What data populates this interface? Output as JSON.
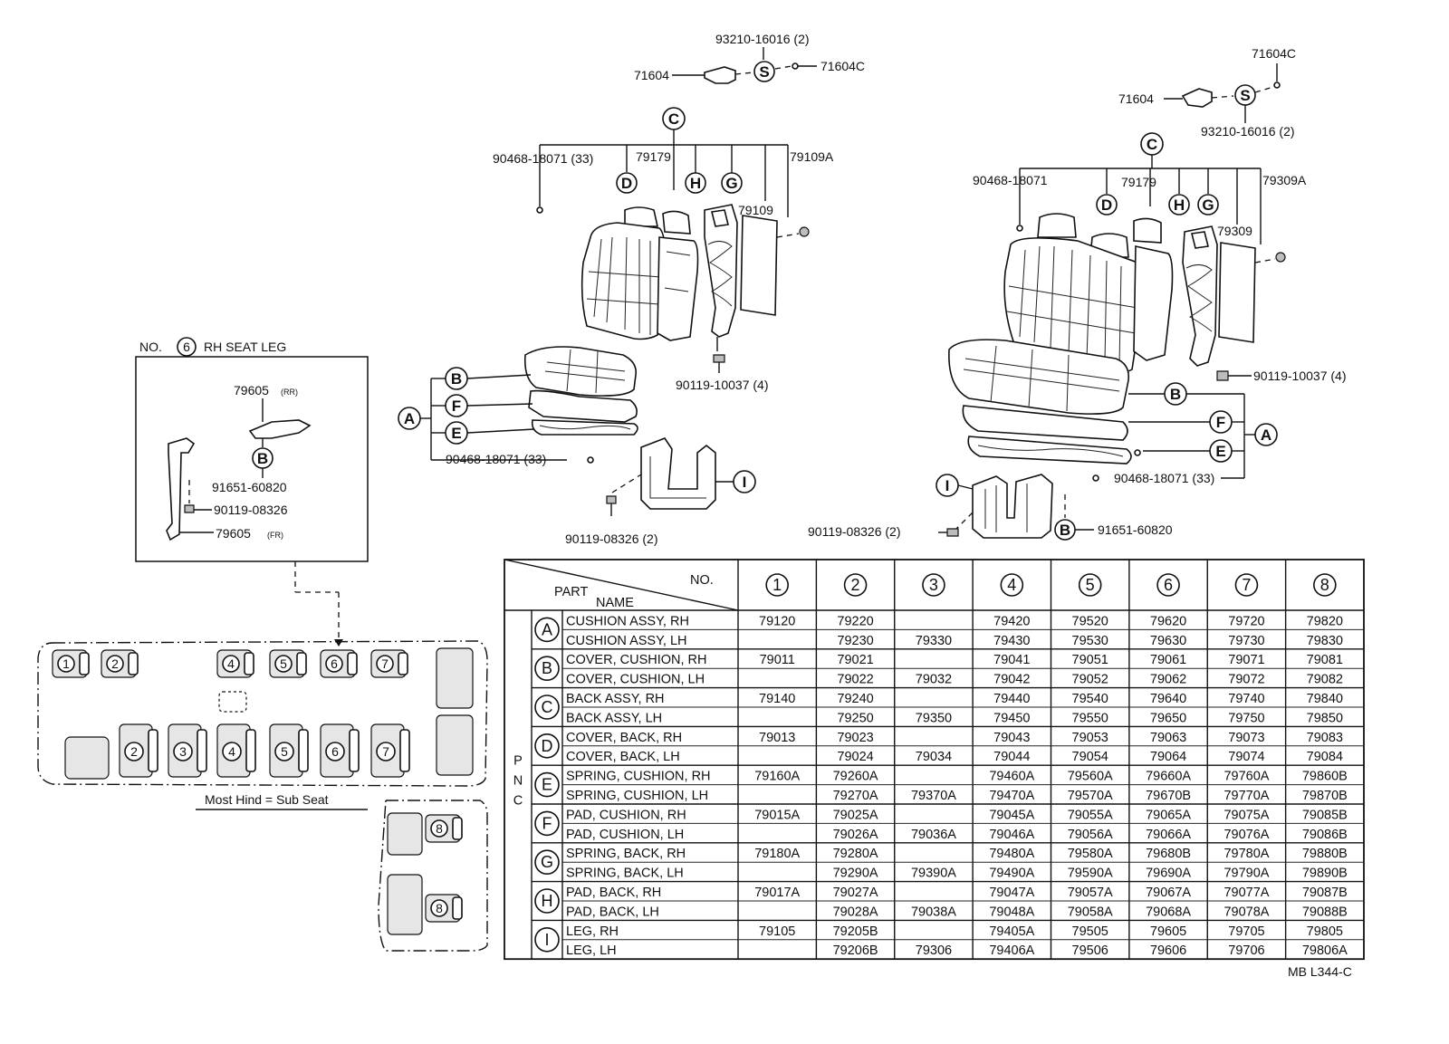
{
  "rh_seat_leg_box": {
    "title_prefix": "NO.",
    "title_num": "6",
    "title_suffix": "RH SEAT LEG",
    "p_79605rr": "79605",
    "p_79605rr_tag": "(RR)",
    "marker_b": "B",
    "p_91651": "91651-60820",
    "p_90119": "90119-08326",
    "p_79605fr": "79605",
    "p_79605fr_tag": "(FR)"
  },
  "single_seat": {
    "p_93210": "93210-16016 (2)",
    "p_71604": "71604",
    "p_71604c": "71604C",
    "marker_s": "S",
    "marker_c": "C",
    "p_90468_top": "90468-18071 (33)",
    "p_79179": "79179",
    "p_79109a": "79109A",
    "p_79109": "79109",
    "marker_d": "D",
    "marker_h": "H",
    "marker_g": "G",
    "marker_a": "A",
    "marker_b": "B",
    "marker_f": "F",
    "marker_e": "E",
    "marker_i": "I",
    "p_90119_10037": "90119-10037 (4)",
    "p_90468_bottom": "90468-18071 (33)",
    "p_90119_08326": "90119-08326 (2)"
  },
  "bench_seat": {
    "p_71604c": "71604C",
    "p_71604": "71604",
    "marker_s": "S",
    "p_93210": "93210-16016 (2)",
    "marker_c": "C",
    "p_90468": "90468-18071",
    "p_79179": "79179",
    "p_79309a": "79309A",
    "p_79309": "79309",
    "marker_d": "D",
    "marker_h": "H",
    "marker_g": "G",
    "p_90119_10037": "90119-10037 (4)",
    "marker_b": "B",
    "marker_f": "F",
    "marker_a": "A",
    "marker_e": "E",
    "marker_i": "I",
    "p_90468_bottom": "90468-18071 (33)",
    "p_90119_08326": "90119-08326 (2)",
    "marker_b2": "B",
    "p_91651": "91651-60820"
  },
  "layout": {
    "caption": "Most Hind = Sub Seat",
    "seat_numbers_top": [
      "1",
      "2",
      "4",
      "5",
      "6",
      "7"
    ],
    "seat_numbers_bottom": [
      "2",
      "3",
      "4",
      "5",
      "6",
      "7"
    ],
    "sub_seat_numbers": [
      "8",
      "8"
    ]
  },
  "table": {
    "header_no": "NO.",
    "header_part": "PART",
    "header_name": "NAME",
    "pnc": [
      "P",
      "N",
      "C"
    ],
    "columns": [
      "1",
      "2",
      "3",
      "4",
      "5",
      "6",
      "7",
      "8"
    ],
    "groups": [
      {
        "marker": "A",
        "rows": [
          {
            "name": "CUSHION ASSY, RH",
            "values": [
              "79120",
              "79220",
              "",
              "79420",
              "79520",
              "79620",
              "79720",
              "79820"
            ]
          },
          {
            "name": "CUSHION ASSY, LH",
            "values": [
              "",
              "79230",
              "79330",
              "79430",
              "79530",
              "79630",
              "79730",
              "79830"
            ]
          }
        ]
      },
      {
        "marker": "B",
        "rows": [
          {
            "name": "COVER, CUSHION, RH",
            "values": [
              "79011",
              "79021",
              "",
              "79041",
              "79051",
              "79061",
              "79071",
              "79081"
            ]
          },
          {
            "name": "COVER, CUSHION, LH",
            "values": [
              "",
              "79022",
              "79032",
              "79042",
              "79052",
              "79062",
              "79072",
              "79082"
            ]
          }
        ]
      },
      {
        "marker": "C",
        "rows": [
          {
            "name": "BACK ASSY, RH",
            "values": [
              "79140",
              "79240",
              "",
              "79440",
              "79540",
              "79640",
              "79740",
              "79840"
            ]
          },
          {
            "name": "BACK ASSY, LH",
            "values": [
              "",
              "79250",
              "79350",
              "79450",
              "79550",
              "79650",
              "79750",
              "79850"
            ]
          }
        ]
      },
      {
        "marker": "D",
        "rows": [
          {
            "name": "COVER, BACK, RH",
            "values": [
              "79013",
              "79023",
              "",
              "79043",
              "79053",
              "79063",
              "79073",
              "79083"
            ]
          },
          {
            "name": "COVER, BACK, LH",
            "values": [
              "",
              "79024",
              "79034",
              "79044",
              "79054",
              "79064",
              "79074",
              "79084"
            ]
          }
        ]
      },
      {
        "marker": "E",
        "rows": [
          {
            "name": "SPRING, CUSHION, RH",
            "values": [
              "79160A",
              "79260A",
              "",
              "79460A",
              "79560A",
              "79660A",
              "79760A",
              "79860B"
            ]
          },
          {
            "name": "SPRING, CUSHION, LH",
            "values": [
              "",
              "79270A",
              "79370A",
              "79470A",
              "79570A",
              "79670B",
              "79770A",
              "79870B"
            ]
          }
        ]
      },
      {
        "marker": "F",
        "rows": [
          {
            "name": "PAD, CUSHION, RH",
            "values": [
              "79015A",
              "79025A",
              "",
              "79045A",
              "79055A",
              "79065A",
              "79075A",
              "79085B"
            ]
          },
          {
            "name": "PAD, CUSHION, LH",
            "values": [
              "",
              "79026A",
              "79036A",
              "79046A",
              "79056A",
              "79066A",
              "79076A",
              "79086B"
            ]
          }
        ]
      },
      {
        "marker": "G",
        "rows": [
          {
            "name": "SPRING, BACK, RH",
            "values": [
              "79180A",
              "79280A",
              "",
              "79480A",
              "79580A",
              "79680B",
              "79780A",
              "79880B"
            ]
          },
          {
            "name": "SPRING, BACK, LH",
            "values": [
              "",
              "79290A",
              "79390A",
              "79490A",
              "79590A",
              "79690A",
              "79790A",
              "79890B"
            ]
          }
        ]
      },
      {
        "marker": "H",
        "rows": [
          {
            "name": "PAD, BACK, RH",
            "values": [
              "79017A",
              "79027A",
              "",
              "79047A",
              "79057A",
              "79067A",
              "79077A",
              "79087B"
            ]
          },
          {
            "name": "PAD, BACK, LH",
            "values": [
              "",
              "79028A",
              "79038A",
              "79048A",
              "79058A",
              "79068A",
              "79078A",
              "79088B"
            ]
          }
        ]
      },
      {
        "marker": "I",
        "rows": [
          {
            "name": "LEG, RH",
            "values": [
              "79105",
              "79205B",
              "",
              "79405A",
              "79505",
              "79605",
              "79705",
              "79805"
            ]
          },
          {
            "name": "LEG, LH",
            "values": [
              "",
              "79206B",
              "79306",
              "79406A",
              "79506",
              "79606",
              "79706",
              "79806A"
            ]
          }
        ]
      }
    ]
  },
  "diagram_code": "MB L344-C"
}
